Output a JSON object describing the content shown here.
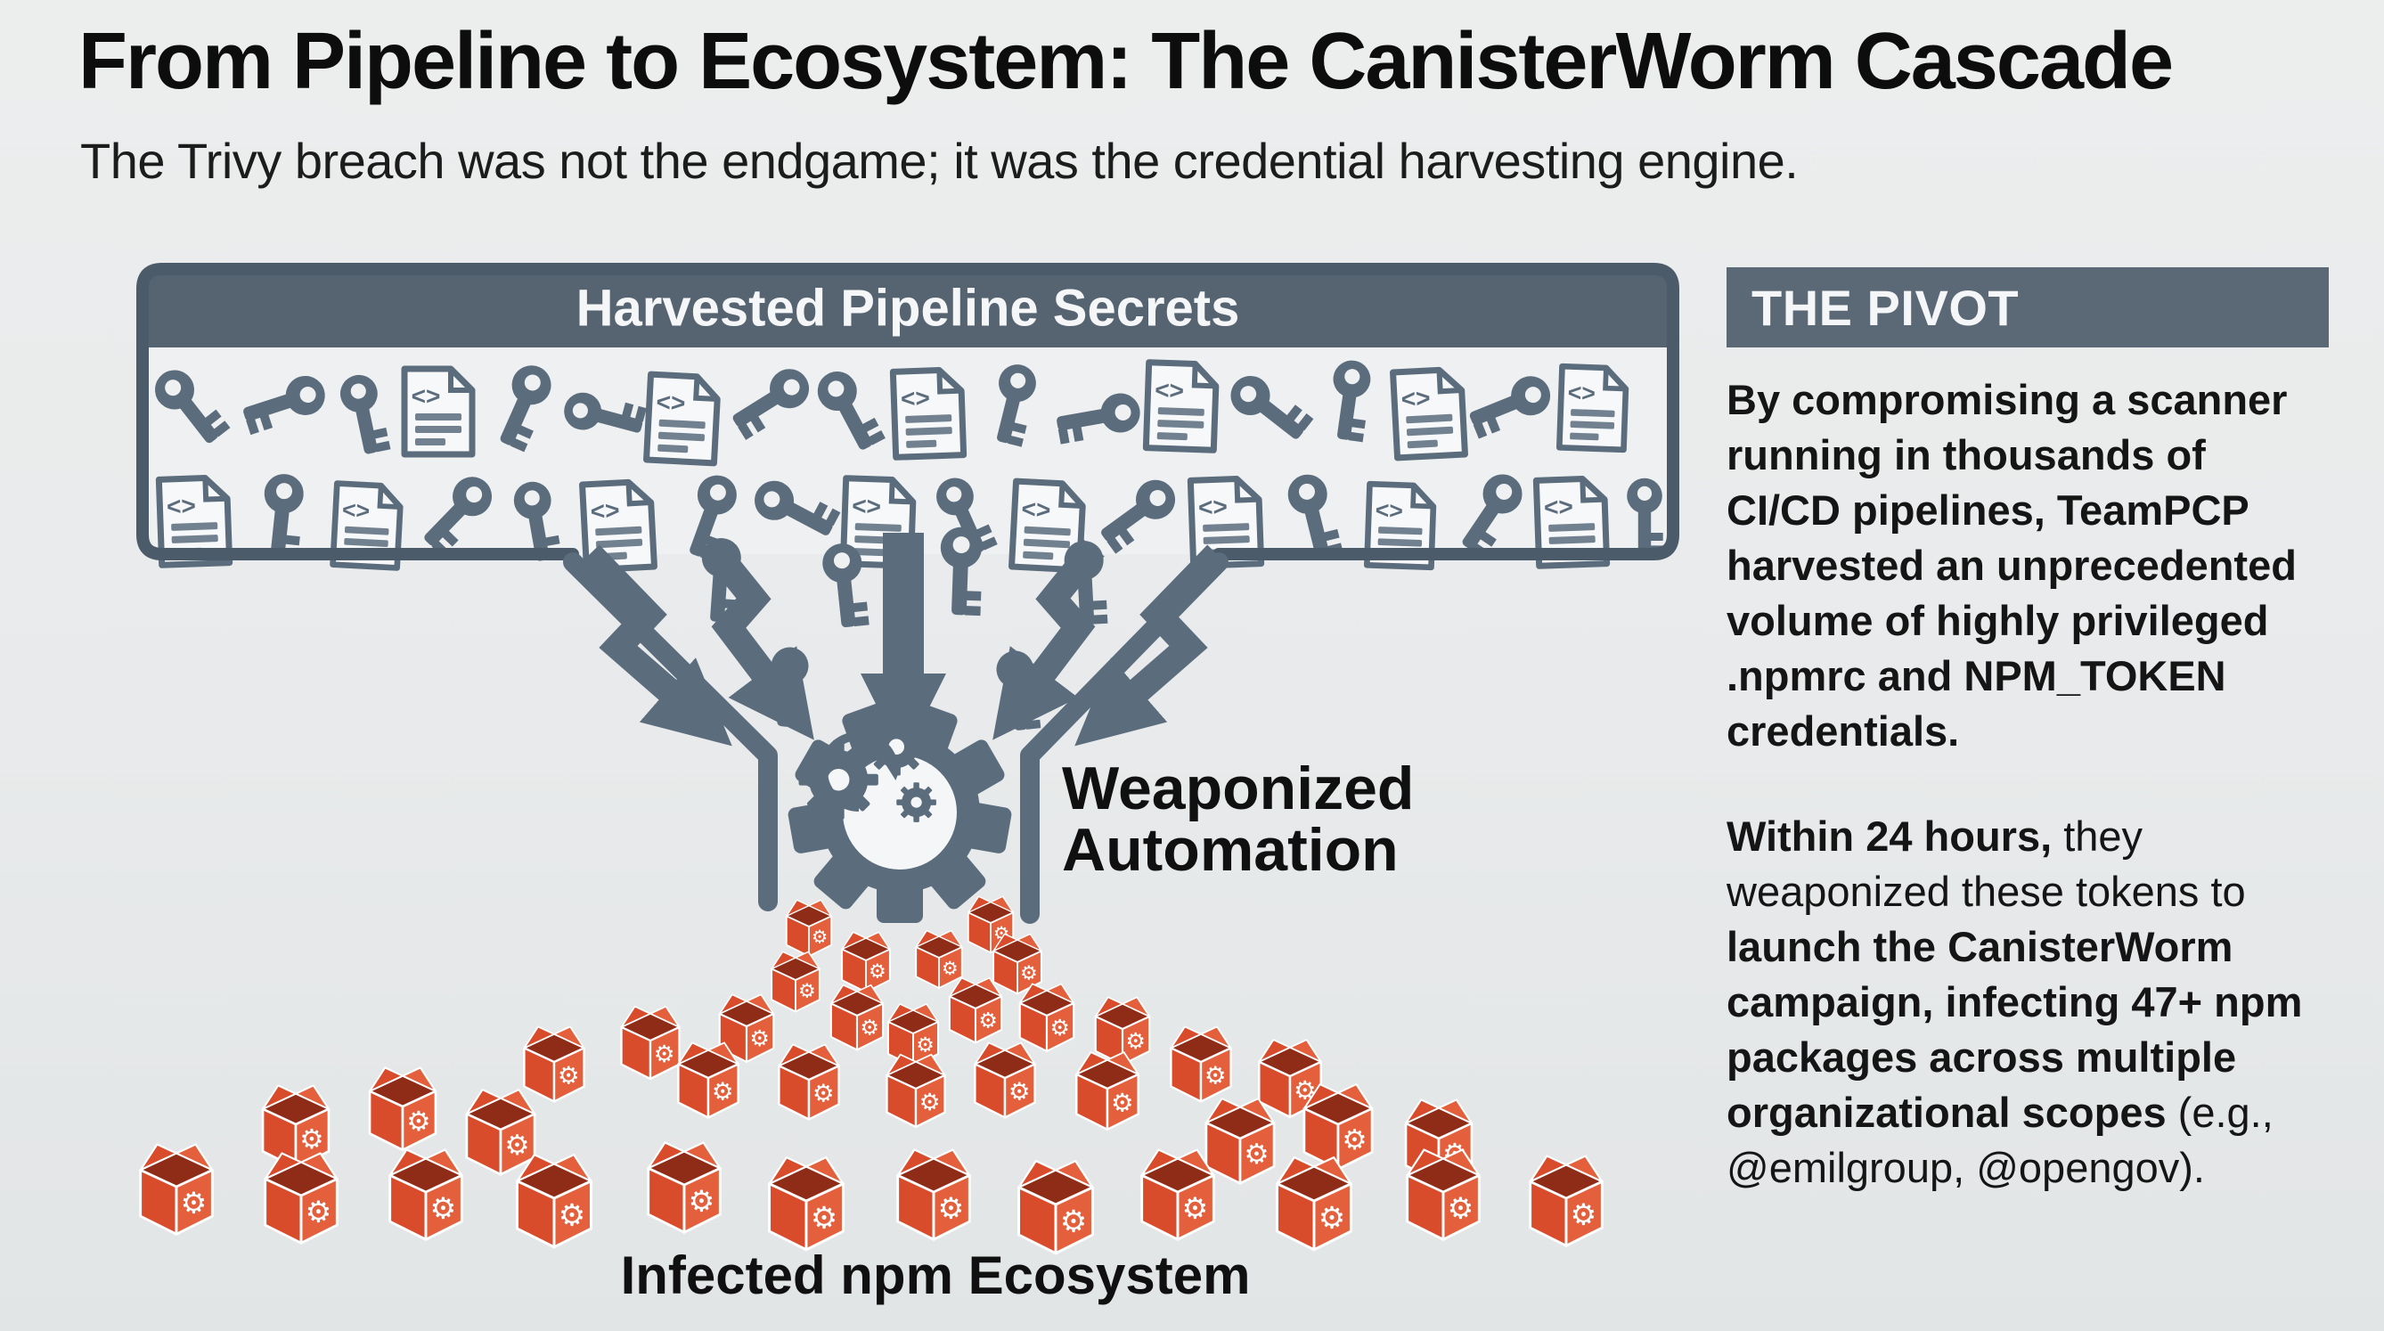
{
  "header": {
    "title": "From Pipeline to Ecosystem: The CanisterWorm Cascade",
    "subtitle": "The Trivy breach was not the endgame; it was the credential harvesting engine."
  },
  "diagram": {
    "banner_label": "Harvested Pipeline Secrets",
    "weaponized_line1": "Weaponized",
    "weaponized_line2": "Automation",
    "infected_label": "Infected npm Ecosystem",
    "secrets": {
      "icons": [
        [
          "key",
          212,
          458,
          -38,
          1
        ],
        [
          "key",
          318,
          452,
          72,
          1
        ],
        [
          "key",
          408,
          466,
          -12,
          0.95
        ],
        [
          "doc",
          492,
          462,
          0,
          1
        ],
        [
          "key",
          586,
          456,
          24,
          1
        ],
        [
          "key",
          678,
          468,
          -75,
          0.95
        ],
        [
          "doc",
          766,
          470,
          3,
          1
        ],
        [
          "key",
          864,
          450,
          58,
          1
        ],
        [
          "key",
          952,
          462,
          -28,
          1
        ],
        [
          "doc",
          1042,
          464,
          -2,
          1
        ],
        [
          "key",
          1136,
          454,
          14,
          0.95
        ],
        [
          "key",
          1232,
          468,
          80,
          1
        ],
        [
          "doc",
          1326,
          456,
          2,
          1
        ],
        [
          "key",
          1424,
          460,
          -52,
          1
        ],
        [
          "key",
          1514,
          450,
          8,
          0.95
        ],
        [
          "doc",
          1604,
          464,
          -3,
          1
        ],
        [
          "key",
          1694,
          454,
          68,
          1
        ],
        [
          "doc",
          1788,
          458,
          2,
          0.95
        ],
        [
          "doc",
          218,
          585,
          -2,
          1
        ],
        [
          "key",
          316,
          580,
          6,
          1
        ],
        [
          "doc",
          412,
          590,
          3,
          0.95
        ],
        [
          "key",
          512,
          576,
          44,
          1
        ],
        [
          "key",
          602,
          586,
          -10,
          0.95
        ],
        [
          "doc",
          694,
          590,
          -3,
          1
        ],
        [
          "key",
          796,
          580,
          20,
          1
        ],
        [
          "key",
          892,
          574,
          -62,
          1
        ],
        [
          "doc",
          986,
          586,
          2,
          1
        ],
        [
          "key",
          1082,
          580,
          -24,
          0.95
        ],
        [
          "doc",
          1176,
          590,
          3,
          1
        ],
        [
          "key",
          1276,
          576,
          54,
          1
        ],
        [
          "doc",
          1376,
          586,
          -2,
          1
        ],
        [
          "key",
          1474,
          580,
          -14,
          1
        ],
        [
          "doc",
          1572,
          590,
          2,
          0.95
        ],
        [
          "key",
          1672,
          576,
          34,
          1
        ],
        [
          "doc",
          1764,
          586,
          -2,
          1
        ],
        [
          "key",
          1846,
          580,
          0,
          0.9
        ],
        [
          "key",
          808,
          652,
          4,
          1
        ],
        [
          "key",
          948,
          658,
          -6,
          1
        ],
        [
          "key",
          1078,
          642,
          2,
          1.05
        ],
        [
          "key",
          1218,
          655,
          -3,
          1
        ],
        [
          "key",
          884,
          772,
          6,
          0.95
        ],
        [
          "key",
          1142,
          776,
          -6,
          0.95
        ]
      ]
    },
    "packages": {
      "positions": [
        [
          908,
          1040,
          0.45
        ],
        [
          1112,
          1036,
          0.45
        ],
        [
          972,
          1078,
          0.48
        ],
        [
          1054,
          1075,
          0.46
        ],
        [
          1142,
          1080,
          0.48
        ],
        [
          893,
          1100,
          0.48
        ],
        [
          838,
          1152,
          0.54
        ],
        [
          962,
          1140,
          0.52
        ],
        [
          1025,
          1160,
          0.5
        ],
        [
          1095,
          1132,
          0.52
        ],
        [
          1175,
          1140,
          0.54
        ],
        [
          1260,
          1155,
          0.54
        ],
        [
          622,
          1192,
          0.6
        ],
        [
          730,
          1168,
          0.58
        ],
        [
          795,
          1210,
          0.6
        ],
        [
          908,
          1212,
          0.6
        ],
        [
          1028,
          1222,
          0.58
        ],
        [
          1128,
          1210,
          0.6
        ],
        [
          1243,
          1222,
          0.62
        ],
        [
          1348,
          1192,
          0.6
        ],
        [
          1448,
          1208,
          0.62
        ],
        [
          332,
          1262,
          0.66
        ],
        [
          452,
          1242,
          0.66
        ],
        [
          562,
          1268,
          0.68
        ],
        [
          1392,
          1278,
          0.68
        ],
        [
          1502,
          1262,
          0.68
        ],
        [
          1615,
          1278,
          0.66
        ],
        [
          198,
          1332,
          0.72
        ],
        [
          338,
          1342,
          0.72
        ],
        [
          478,
          1338,
          0.72
        ],
        [
          622,
          1345,
          0.74
        ],
        [
          768,
          1330,
          0.72
        ],
        [
          905,
          1348,
          0.74
        ],
        [
          1048,
          1338,
          0.72
        ],
        [
          1185,
          1352,
          0.74
        ],
        [
          1322,
          1338,
          0.72
        ],
        [
          1475,
          1348,
          0.74
        ],
        [
          1620,
          1338,
          0.72
        ],
        [
          1758,
          1345,
          0.72
        ]
      ]
    }
  },
  "icons": {
    "gear_glyph": "⚙",
    "key_icon": "key",
    "code_file_icon": "doc",
    "npm_package_icon": "pkg"
  },
  "pivot": {
    "heading": "THE PIVOT",
    "para1": "By compromising a scanner running in thousands of CI/CD pipelines, TeamPCP harvested an unprecedented volume of highly privileged .npmrc and NPM_TOKEN credentials.",
    "para2_segments": [
      {
        "text": "Within 24 hours,",
        "bold": true
      },
      {
        "text": " they weaponized these tokens to ",
        "bold": false
      },
      {
        "text": "launch the CanisterWorm campaign, infecting 47+ npm packages across multiple organizational scopes",
        "bold": true
      },
      {
        "text": " (e.g., @emilgroup, @opengov).",
        "bold": false
      }
    ]
  },
  "colors": {
    "slate": "#5b6c7d",
    "slate_dark": "#4c5b6a",
    "bar": "#566371",
    "bar2": "#5b6876",
    "box_bg": "#eef0f1",
    "red": "#d84c2c",
    "red_light": "#e4603c",
    "red_dark": "#8e2c17",
    "page_bg": "#e8eaeb",
    "text": "#141414"
  }
}
